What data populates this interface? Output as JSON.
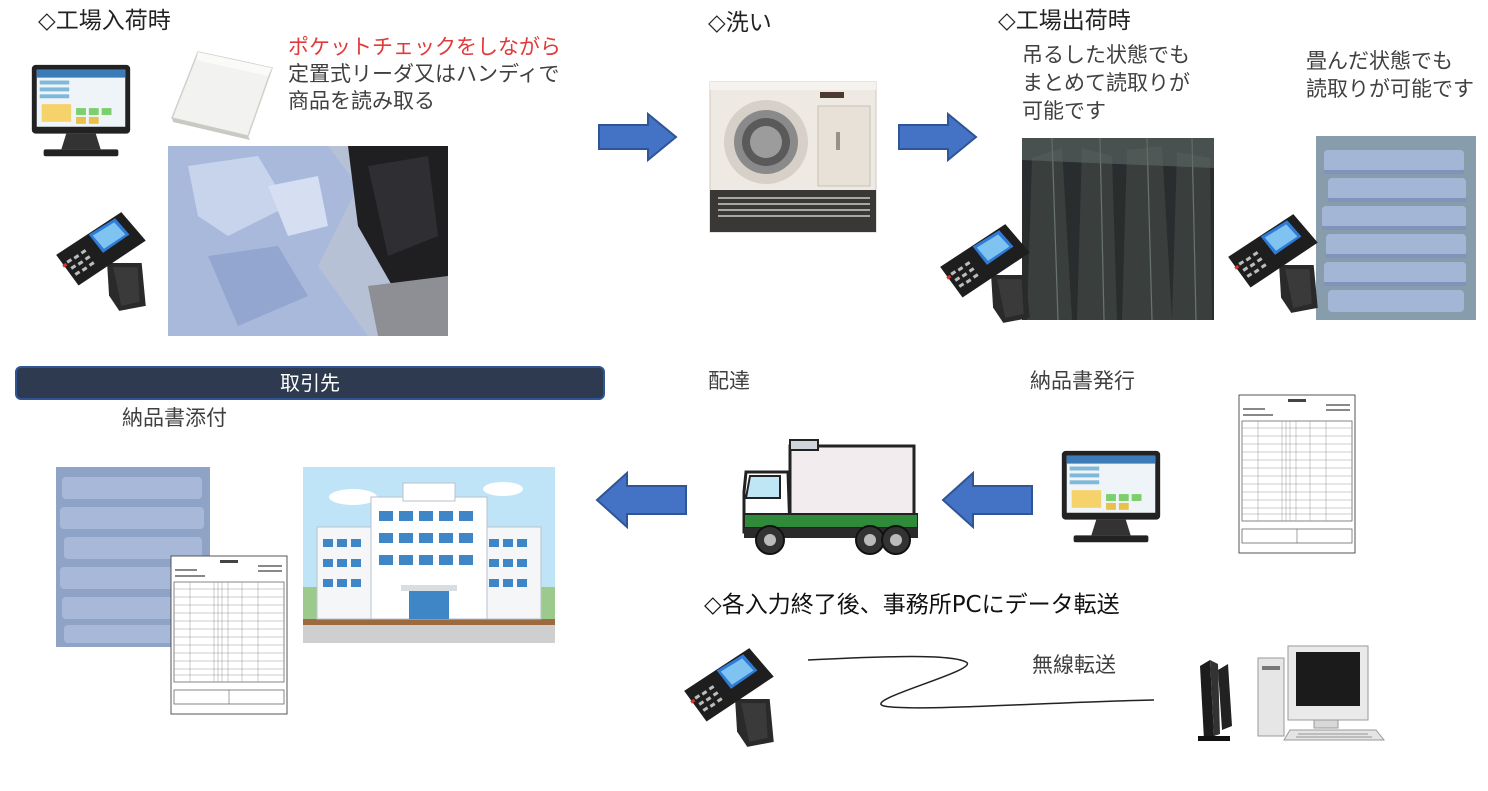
{
  "sections": {
    "factory_in": {
      "title": "◇工場入荷時",
      "note_red": "ポケットチェックをしながら",
      "note_lines": [
        "定置式リーダ又はハンディで",
        "商品を読み取る"
      ]
    },
    "wash": {
      "title": "◇洗い"
    },
    "factory_out": {
      "title": "◇工場出荷時",
      "hang_lines": [
        "吊るした状態でも",
        "まとめて読取りが",
        "可能です"
      ],
      "fold_lines": [
        "畳んだ状態でも",
        "読取りが可能です"
      ]
    },
    "client": {
      "bar_label": "取引先",
      "attach_label": "納品書添付"
    },
    "delivery": {
      "label": "配達"
    },
    "invoice": {
      "label": "納品書発行"
    },
    "transfer": {
      "title": "◇各入力終了後、事務所PCにデータ転送",
      "wireless_label": "無線転送"
    }
  },
  "colors": {
    "arrow": "#4472c4",
    "arrow_border": "#2f5597",
    "bar": "#2d3a4f",
    "red_text": "#e23a3a"
  },
  "icons": [
    "pos-terminal-icon",
    "fixed-rfid-reader-icon",
    "handheld-scanner-icon",
    "washing-machine-icon",
    "delivery-truck-icon",
    "office-building-icon",
    "invoice-document-icon",
    "wireless-router-icon",
    "desktop-pc-icon"
  ]
}
